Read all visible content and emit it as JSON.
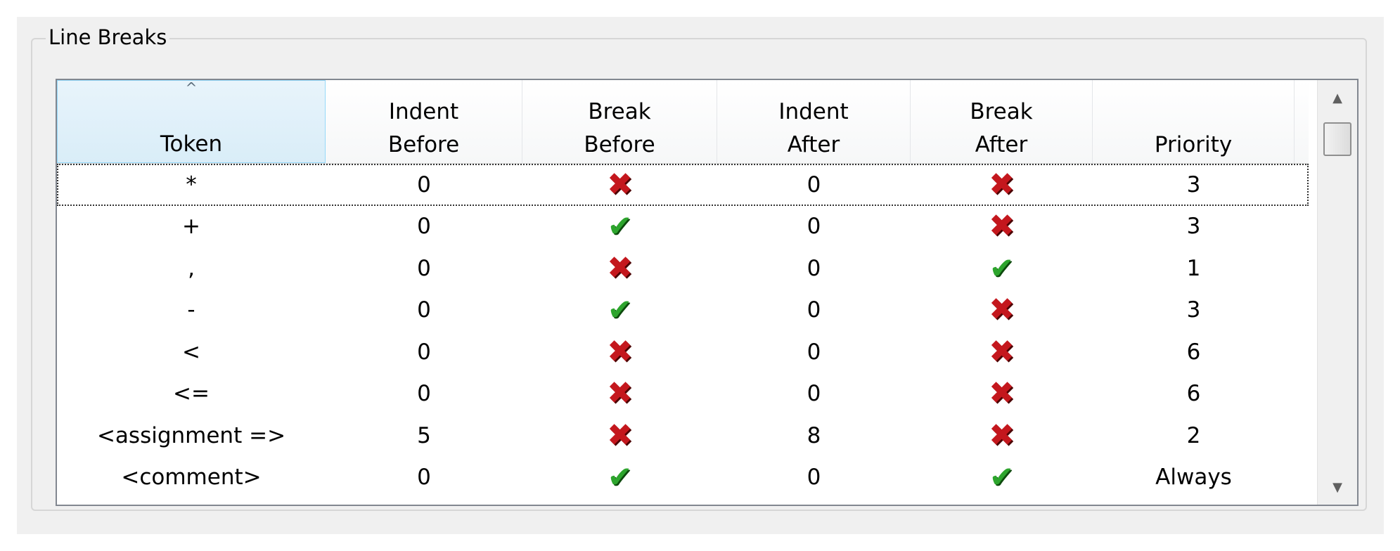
{
  "group": {
    "title": "Line Breaks"
  },
  "table": {
    "sorted_column": "Token",
    "sort_indicator": "^",
    "columns": [
      "Token",
      "Indent\nBefore",
      "Break\nBefore",
      "Indent\nAfter",
      "Break\nAfter",
      "Priority"
    ],
    "rows": [
      {
        "token": "*",
        "indent_before": "0",
        "break_before": false,
        "indent_after": "0",
        "break_after": false,
        "priority": "3"
      },
      {
        "token": "+",
        "indent_before": "0",
        "break_before": true,
        "indent_after": "0",
        "break_after": false,
        "priority": "3"
      },
      {
        "token": ",",
        "indent_before": "0",
        "break_before": false,
        "indent_after": "0",
        "break_after": true,
        "priority": "1"
      },
      {
        "token": "-",
        "indent_before": "0",
        "break_before": true,
        "indent_after": "0",
        "break_after": false,
        "priority": "3"
      },
      {
        "token": "<",
        "indent_before": "0",
        "break_before": false,
        "indent_after": "0",
        "break_after": false,
        "priority": "6"
      },
      {
        "token": "<=",
        "indent_before": "0",
        "break_before": false,
        "indent_after": "0",
        "break_after": false,
        "priority": "6"
      },
      {
        "token": "<assignment =>",
        "indent_before": "5",
        "break_before": false,
        "indent_after": "8",
        "break_after": false,
        "priority": "2"
      },
      {
        "token": "<comment>",
        "indent_before": "0",
        "break_before": true,
        "indent_after": "0",
        "break_after": true,
        "priority": "Always"
      }
    ],
    "focused_row": 0
  },
  "icons": {
    "true": "check-icon",
    "false": "cross-icon"
  },
  "colors": {
    "check": "#2da52d",
    "cross": "#c4171d",
    "header_sorted": "#d9edf8",
    "border": "#828790"
  }
}
